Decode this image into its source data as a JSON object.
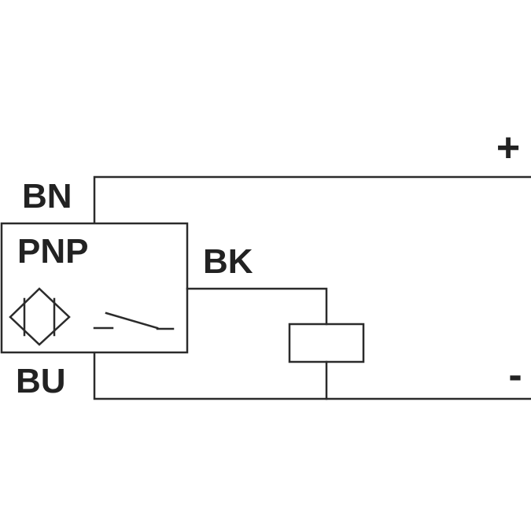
{
  "diagram": {
    "wires": {
      "brown": "BN",
      "black": "BK",
      "blue": "BU"
    },
    "sensor_type": "PNP",
    "supply": {
      "positive": "+",
      "negative": "-"
    },
    "symbols": {
      "sensor_face": "inductive-sensor-icon",
      "output_switch": "switch-contact-icon",
      "load": "load-resistor-icon"
    },
    "line_color": "#2b2b2b"
  }
}
